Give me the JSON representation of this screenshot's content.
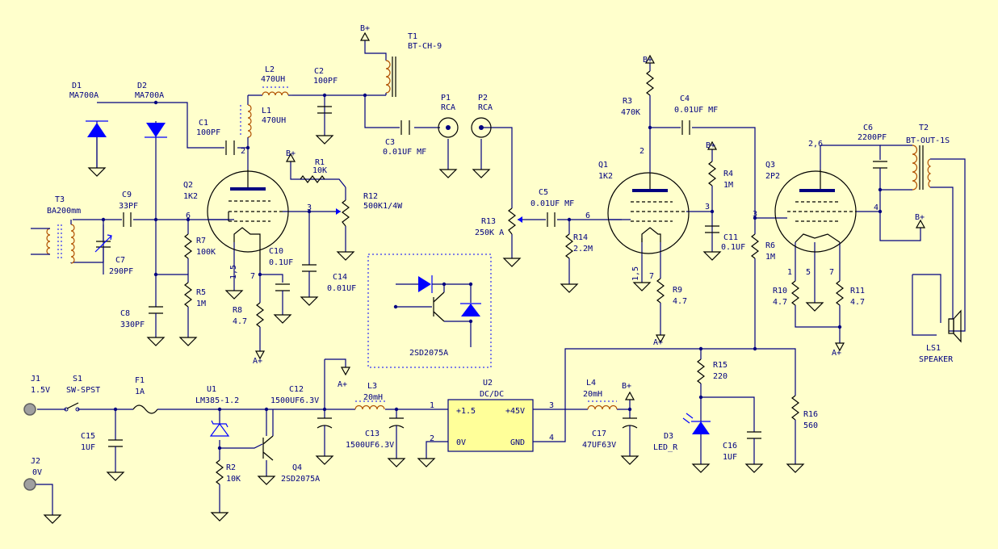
{
  "parts": {
    "d1": {
      "ref": "D1",
      "val": "MA700A"
    },
    "d2": {
      "ref": "D2",
      "val": "MA700A"
    },
    "c1": {
      "ref": "C1",
      "val": "100PF"
    },
    "l2": {
      "ref": "L2",
      "val": "470UH"
    },
    "l1": {
      "ref": "L1",
      "val": "470UH"
    },
    "c2": {
      "ref": "C2",
      "val": "100PF"
    },
    "t1": {
      "ref": "T1",
      "val": "BT-CH-9"
    },
    "bplus": "B+",
    "aplus": "A+",
    "c3": {
      "ref": "C3",
      "val": "0.01UF MF"
    },
    "p1": {
      "ref": "P1",
      "val": "RCA"
    },
    "p2": {
      "ref": "P2",
      "val": "RCA"
    },
    "r1": {
      "ref": "R1",
      "val": "10K"
    },
    "r12": {
      "ref": "R12",
      "val": "500K1/4W"
    },
    "t3": {
      "ref": "T3",
      "val": "BA200mm"
    },
    "c9": {
      "ref": "C9",
      "val": "33PF"
    },
    "q2": {
      "ref": "Q2",
      "val": "1K2"
    },
    "c7": {
      "ref": "C7",
      "val": "290PF"
    },
    "r7": {
      "ref": "R7",
      "val": "100K"
    },
    "r5": {
      "ref": "R5",
      "val": "1M"
    },
    "c8": {
      "ref": "C8",
      "val": "330PF"
    },
    "r8": {
      "ref": "R8",
      "val": "4.7"
    },
    "c10": {
      "ref": "C10",
      "val": "0.1UF"
    },
    "c14": {
      "ref": "C14",
      "val": "0.01UF"
    },
    "r13": {
      "ref": "R13",
      "val": "250K A"
    },
    "c5": {
      "ref": "C5",
      "val": "0.01UF MF"
    },
    "r14": {
      "ref": "R14",
      "val": "2.2M"
    },
    "r3": {
      "ref": "R3",
      "val": "470K"
    },
    "c4": {
      "ref": "C4",
      "val": "0.01UF MF"
    },
    "q1": {
      "ref": "Q1",
      "val": "1K2"
    },
    "r4": {
      "ref": "R4",
      "val": "1M"
    },
    "c11": {
      "ref": "C11",
      "val": "0.1UF"
    },
    "r9": {
      "ref": "R9",
      "val": "4.7"
    },
    "q3": {
      "ref": "Q3",
      "val": "2P2"
    },
    "c6": {
      "ref": "C6",
      "val": "2200PF"
    },
    "t2": {
      "ref": "T2",
      "val": "BT-OUT-1S"
    },
    "r6": {
      "ref": "R6",
      "val": "1M"
    },
    "r10": {
      "ref": "R10",
      "val": "4.7"
    },
    "r11": {
      "ref": "R11",
      "val": "4.7"
    },
    "ls1": {
      "ref": "LS1",
      "val": "SPEAKER"
    },
    "inset": "2SD2075A",
    "j1": {
      "ref": "J1",
      "val": "1.5V"
    },
    "s1": {
      "ref": "S1",
      "val": "SW-SPST"
    },
    "f1": {
      "ref": "F1",
      "val": "1A"
    },
    "u1": {
      "ref": "U1",
      "val": "LM385-1.2"
    },
    "c12": {
      "ref": "C12",
      "val": "1500UF6.3V"
    },
    "l3": {
      "ref": "L3",
      "val": "20mH"
    },
    "c13": {
      "ref": "C13",
      "val": "1500UF6.3V"
    },
    "u2": {
      "ref": "U2",
      "val": "DC/DC",
      "p1": "+1.5",
      "p2": "0V",
      "p3": "+45V",
      "p4": "GND"
    },
    "l4": {
      "ref": "L4",
      "val": "20mH"
    },
    "c17": {
      "ref": "C17",
      "val": "47UF63V"
    },
    "r15": {
      "ref": "R15",
      "val": "220"
    },
    "r16": {
      "ref": "R16",
      "val": "560"
    },
    "d3": {
      "ref": "D3",
      "val": "LED_R"
    },
    "c16": {
      "ref": "C16",
      "val": "1UF"
    },
    "c15": {
      "ref": "C15",
      "val": "1UF"
    },
    "r2": {
      "ref": "R2",
      "val": "10K"
    },
    "q4": {
      "ref": "Q4",
      "val": "2SD2075A"
    },
    "j2": {
      "ref": "J2",
      "val": "0V"
    }
  },
  "pins": {
    "n1": "1",
    "n2": "2",
    "n3": "3",
    "n4": "4",
    "n5": "5",
    "n6": "6",
    "n7": "7",
    "n15": "1,5",
    "n26": "2,6"
  },
  "colors": {
    "background": "#ffffcc",
    "wire": "#000080",
    "component": "#0000ff",
    "inductor": "#b05000"
  }
}
